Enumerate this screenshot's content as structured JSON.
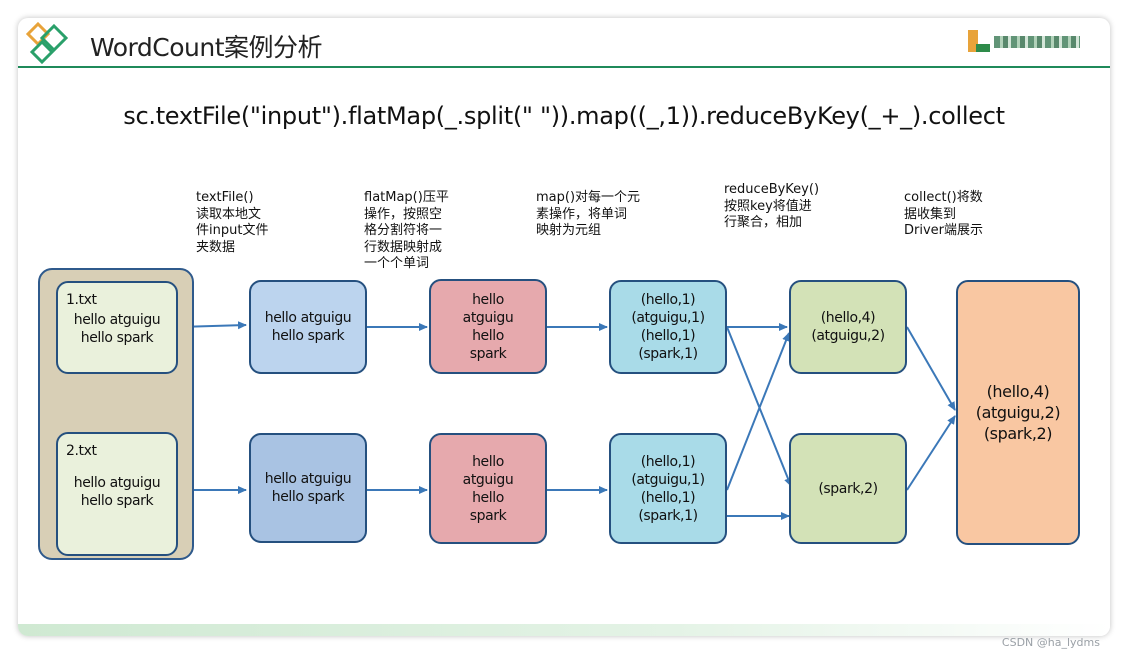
{
  "header": {
    "title": "WordCount案例分析"
  },
  "code_line": "sc.textFile(\"input\").flatMap(_.split(\" \")).map((_,1)).reduceByKey(_+_).collect",
  "annotations": [
    {
      "text": "textFile()\n读取本地文\n件input文件\n夹数据"
    },
    {
      "text": "flatMap()压平\n操作，按照空\n格分割符将一\n行数据映射成\n一个个单词"
    },
    {
      "text": "map()对每一个元\n素操作，将单词\n映射为元组"
    },
    {
      "text": "reduceByKey()\n按照key将值进\n行聚合，相加"
    },
    {
      "text": "collect()将数\n据收集到\nDriver端展示"
    }
  ],
  "files": [
    {
      "name": "1.txt",
      "lines": [
        "hello atguigu",
        "hello spark"
      ]
    },
    {
      "name": "2.txt",
      "lines": [
        "hello atguigu",
        "hello spark"
      ]
    }
  ],
  "textfile_boxes": [
    {
      "lines": [
        "hello atguigu",
        "hello spark"
      ]
    },
    {
      "lines": [
        "hello atguigu",
        "hello spark"
      ]
    }
  ],
  "flatmap_boxes": [
    {
      "lines": [
        "hello",
        "atguigu",
        "hello",
        "spark"
      ]
    },
    {
      "lines": [
        "hello",
        "atguigu",
        "hello",
        "spark"
      ]
    }
  ],
  "map_boxes": [
    {
      "lines": [
        "(hello,1)",
        "(atguigu,1)",
        "(hello,1)",
        "(spark,1)"
      ]
    },
    {
      "lines": [
        "(hello,1)",
        "(atguigu,1)",
        "(hello,1)",
        "(spark,1)"
      ]
    }
  ],
  "reduce_boxes": [
    {
      "lines": [
        "(hello,4)",
        "(atguigu,2)"
      ]
    },
    {
      "lines": [
        "(spark,2)"
      ]
    }
  ],
  "collect_box": {
    "lines": [
      "(hello,4)",
      "(atguigu,2)",
      "(spark,2)"
    ]
  },
  "watermark": "CSDN @ha_lydms",
  "colors": {
    "accent_green": "#1f8a5a",
    "box_border": "#25507f",
    "arrow": "#3b78b8"
  }
}
